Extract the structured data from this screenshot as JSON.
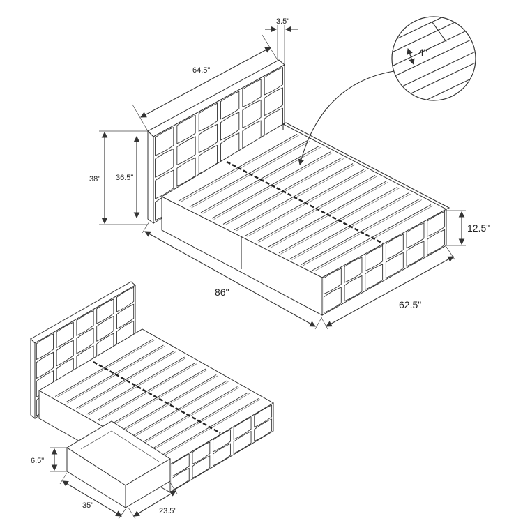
{
  "dimensions": {
    "headboard_depth": "3.5\"",
    "headboard_width": "64.5\"",
    "total_height": "38\"",
    "headboard_height": "36.5\"",
    "slat_width": "4\"",
    "side_height": "12.5\"",
    "length": "86\"",
    "width": "62.5\"",
    "drawer_height": "6.5\"",
    "drawer_length": "35\"",
    "drawer_depth": "23.5\""
  }
}
